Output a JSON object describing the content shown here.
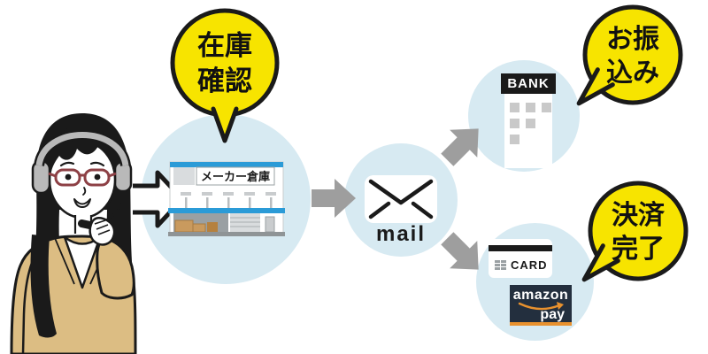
{
  "bubbles": {
    "stock_check": {
      "line1": "在庫",
      "line2": "確認"
    },
    "transfer": {
      "line1": "お振",
      "line2": "込み"
    },
    "payment": {
      "line1": "決済",
      "line2": "完了"
    }
  },
  "warehouse": {
    "sign": "メーカー倉庫"
  },
  "mail": {
    "label": "mail"
  },
  "bank": {
    "label": "BANK"
  },
  "card": {
    "label": "CARD"
  },
  "amazon_pay": {
    "brand": "amazon",
    "product": "pay"
  },
  "icons": {
    "operator": "female-call-operator-with-headset",
    "envelope": "envelope-icon",
    "flow_arrow": "gray-flow-arrow",
    "request_arrow": "white-outline-double-arrow"
  },
  "colors": {
    "step_circle_blue": "#d7eaf2",
    "bubble_yellow": "#f7e400",
    "accent_blue": "#2b9bd7",
    "arrow_gray": "#9e9e9e",
    "ink": "#1a1a1a",
    "amazon_navy": "#232f3e",
    "amazon_orange": "#e8912e",
    "jacket_tan": "#dcbd83",
    "glasses_red": "#8d4045"
  }
}
